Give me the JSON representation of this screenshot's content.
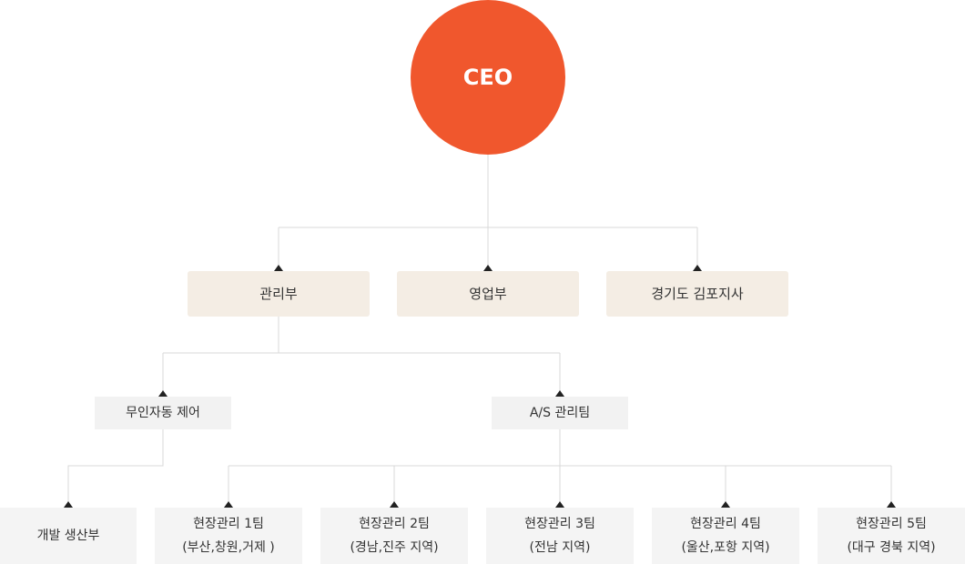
{
  "ceo": {
    "label": "CEO"
  },
  "departments": [
    {
      "label": "관리부"
    },
    {
      "label": "영업부"
    },
    {
      "label": "경기도 김포지사"
    }
  ],
  "divisions": [
    {
      "label": "무인자동 제어"
    },
    {
      "label": "A/S 관리팀"
    }
  ],
  "teams": [
    {
      "line1": "개발 생산부",
      "line2": ""
    },
    {
      "line1": "현장관리 1팀",
      "line2": "(부산,창원,거제 )"
    },
    {
      "line1": "현장관리 2팀",
      "line2": "(경남,진주 지역)"
    },
    {
      "line1": "현장관리 3팀",
      "line2": "(전남 지역)"
    },
    {
      "line1": "현장관리 4팀",
      "line2": "(울산,포항 지역)"
    },
    {
      "line1": "현장관리 5팀",
      "line2": "(대구 경북 지역)"
    }
  ],
  "colors": {
    "ceo": "#f0572d",
    "department_bg": "#f4ede4",
    "division_bg": "#f2f2f2",
    "team_bg": "#f4f4f4",
    "connector": "#dddddd",
    "arrow": "#222222"
  }
}
